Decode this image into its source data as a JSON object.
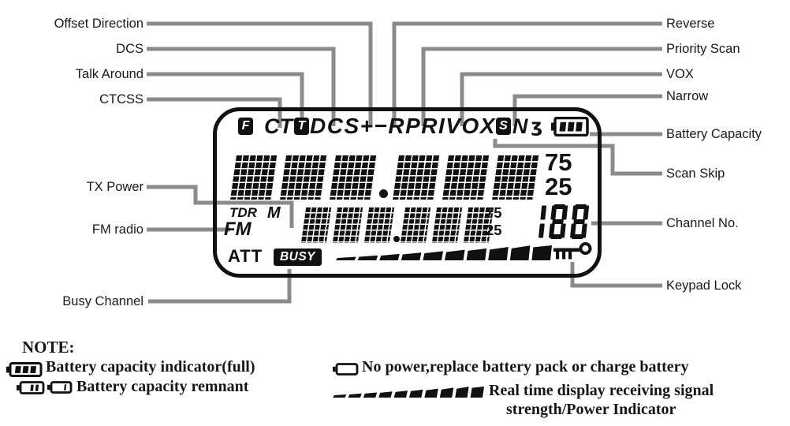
{
  "colors": {
    "ink": "#111111",
    "callout_line": "#8b8b8b"
  },
  "labels_left": [
    "Offset Direction",
    "DCS",
    "Talk Around",
    "CTCSS",
    "TX Power",
    "FM radio",
    "Busy Channel"
  ],
  "labels_right": [
    "Reverse",
    "Priority Scan",
    "VOX",
    "Narrow",
    "Battery Capacity",
    "Scan Skip",
    "Channel No.",
    "Keypad Lock"
  ],
  "lcd": {
    "function_badge": "F",
    "ctcss_indicator": "CT",
    "talk_around_badge": "T",
    "flag_items": [
      {
        "name": "dcs",
        "text": "DCS"
      },
      {
        "name": "offset-plus",
        "text": "+"
      },
      {
        "name": "offset-minus",
        "text": "−"
      },
      {
        "name": "reverse",
        "text": "R"
      },
      {
        "name": "priority-scan",
        "text": "PRI"
      },
      {
        "name": "vox",
        "text": "VOX"
      }
    ],
    "scan_skip_badge": "S",
    "narrow_indicator": "N",
    "ear_icon_glyph": "ʒ",
    "battery_bars": 3,
    "freq_step_upper": "75",
    "freq_step_lower": "25",
    "tdr": "TDR",
    "memory": "M",
    "fm": "FM",
    "sub_step_upper": "75",
    "sub_step_lower": "25",
    "channel_no": "188",
    "att": "ATT",
    "busy": "BUSY",
    "signal_segments": 10,
    "main_digit_groups": [
      3,
      3
    ],
    "sub_digit_groups": [
      3,
      3
    ]
  },
  "note": {
    "heading": "NOTE:",
    "battery_full_text": "Battery capacity indicator(full)",
    "battery_remnant_text": "Battery capacity remnant",
    "no_power_text": "No power,replace battery pack or charge battery",
    "signal_text_line1": "Real time display receiving signal",
    "signal_text_line2": "strength/Power Indicator",
    "icon_bars": {
      "full": 3,
      "remnant_a": 2,
      "remnant_b": 1,
      "empty": 0
    },
    "legend_signal_segments": 10
  }
}
